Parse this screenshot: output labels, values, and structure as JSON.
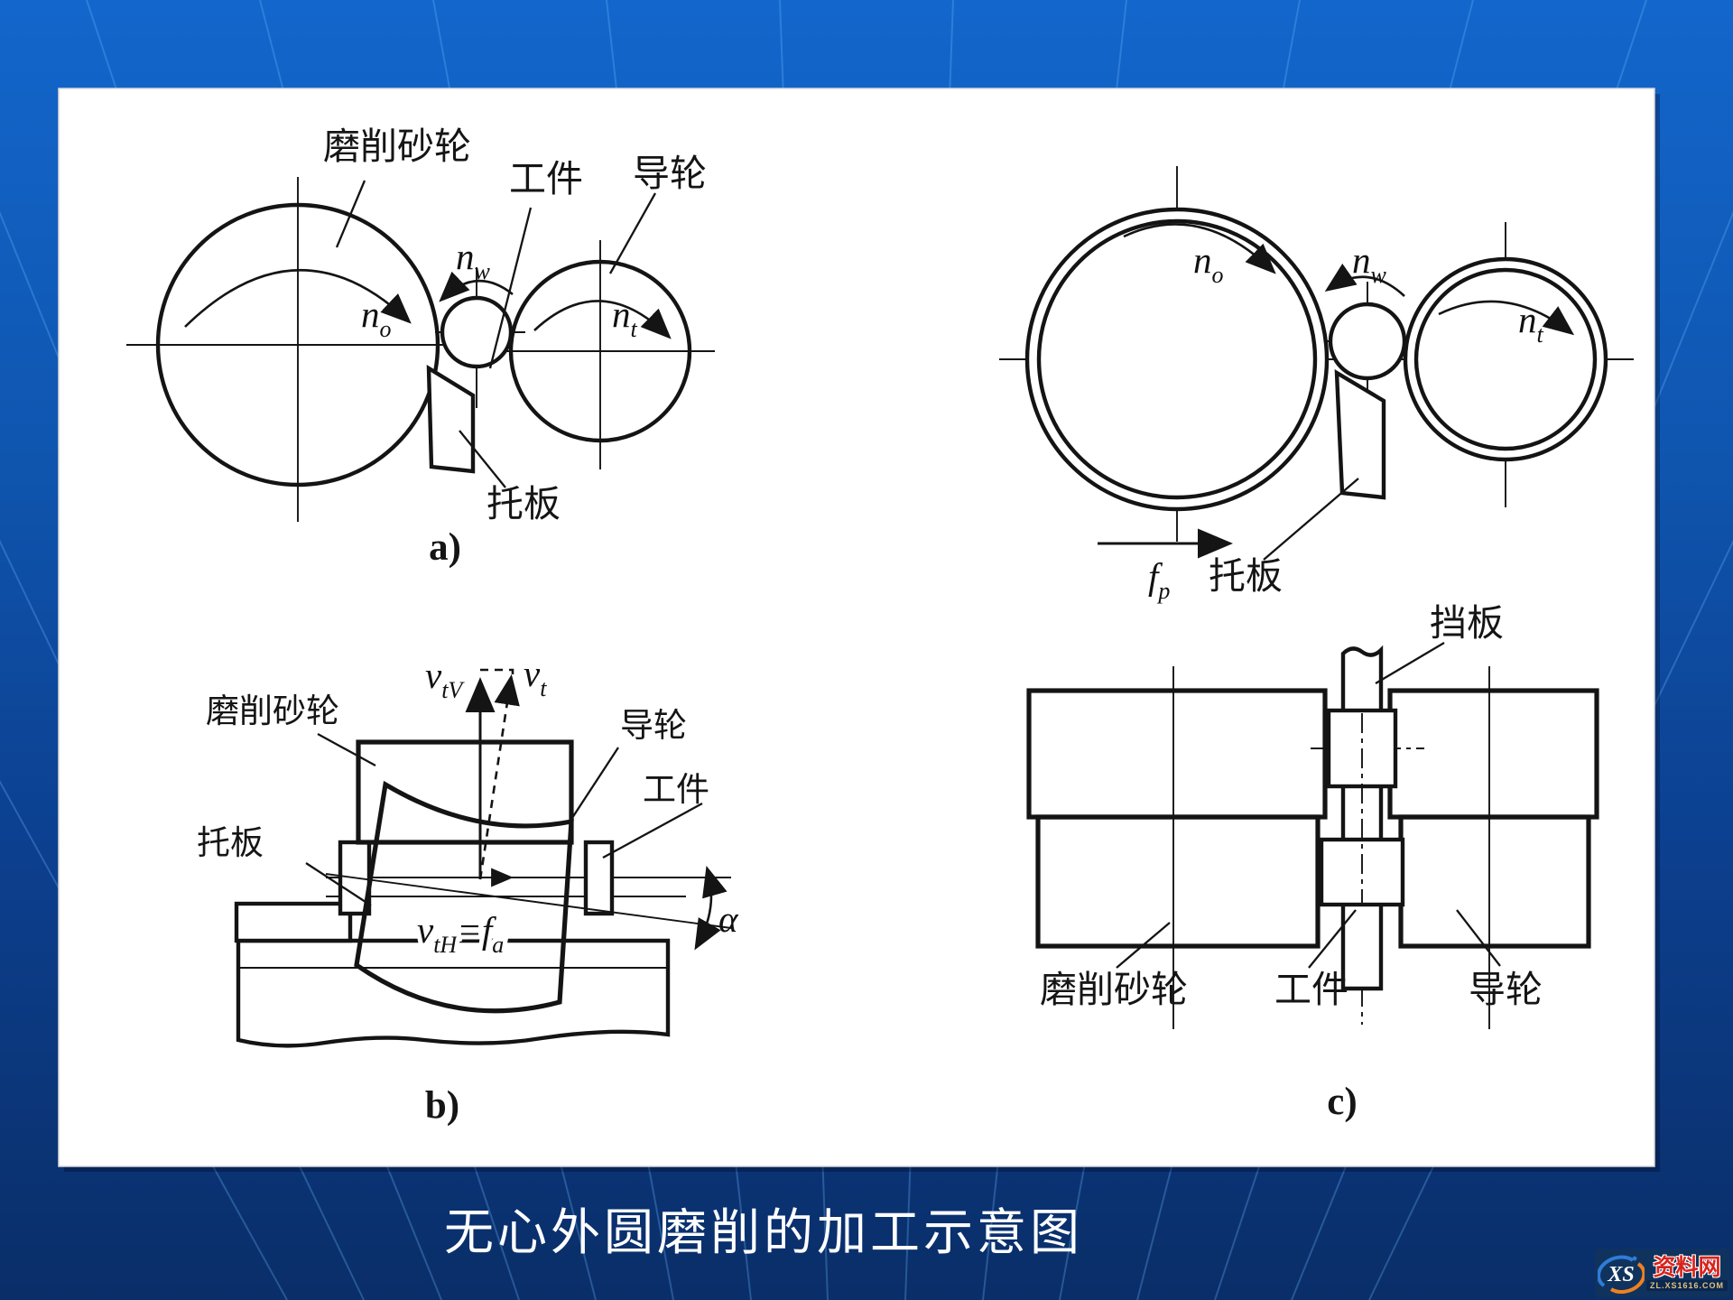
{
  "page": {
    "title": "无心外圆磨削的加工示意图"
  },
  "symbols": {
    "n": "n",
    "v": "v",
    "f": "f",
    "alpha": "α",
    "equals": "=",
    "sub_o": "o",
    "sub_w": "w",
    "sub_t": "t",
    "sub_p": "p",
    "sub_tV": "tV",
    "sub_tH": "tH",
    "sub_a": "a"
  },
  "diagram_a": {
    "grinding_wheel": "磨削砂轮",
    "workpiece": "工件",
    "guide_wheel": "导轮",
    "support_blade": "托板",
    "caption": "a)"
  },
  "diagram_plunge": {
    "support_blade": "托板"
  },
  "diagram_b": {
    "grinding_wheel": "磨削砂轮",
    "guide_wheel": "导轮",
    "workpiece": "工件",
    "support_blade": "托板",
    "caption": "b)"
  },
  "diagram_c": {
    "stop_plate": "挡板",
    "grinding_wheel": "磨削砂轮",
    "workpiece": "工件",
    "guide_wheel": "导轮",
    "caption": "c)"
  },
  "watermark": {
    "logo": "XS",
    "name": "资料网",
    "url": "ZL.XS1616.COM"
  }
}
